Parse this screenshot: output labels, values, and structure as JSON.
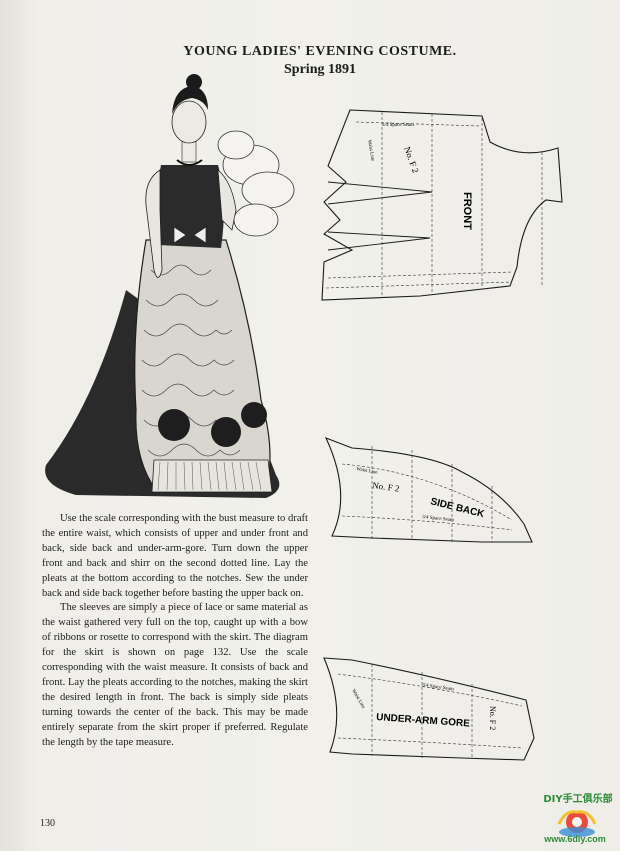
{
  "header": {
    "title": "YOUNG LADIES' EVENING COSTUME.",
    "subtitle": "Spring 1891"
  },
  "paragraphs": [
    "Use the scale corresponding with the bust measure to draft the entire waist, which consists of upper and under front and back, side back and under-arm-gore. Turn down the upper front and back and shirr on the second dotted line. Lay the pleats at the bottom according to the notches. Sew the under back and side back together before basting the upper back on.",
    "The sleeves are simply a piece of lace or same material as the waist gathered very full on the top, caught up with a bow of ribbons or rosette to correspond with the skirt. The diagram for the skirt is shown on page 132. Use the scale corresponding with the waist measure. It consists of back and front. Lay the pleats according to the notches, making the skirt the desired length in front. The back is simply side pleats turning towards the center of the back. This may be made entirely separate from the skirt proper if preferred. Regulate the length by the tape measure."
  ],
  "page_number": "130",
  "patterns": {
    "front": {
      "label": "FRONT",
      "number": "No. F 2",
      "waist_line": "Waist Line",
      "seam": "3/4 Space Seam"
    },
    "side_back": {
      "label": "SIDE BACK",
      "number": "No. F 2",
      "waist_line": "Waist Line",
      "seam": "3/4 Space Seam"
    },
    "under_arm": {
      "label": "UNDER-ARM GORE",
      "number": "No. F 2",
      "waist_line": "Waist Line",
      "seam": "3/4 Space Seam"
    }
  },
  "watermark": {
    "text_cn": "DIY手工俱乐部",
    "url": "www.6diy.com"
  },
  "colors": {
    "ink": "#1c1c1c",
    "paper": "#f0efea",
    "watermark_green": "#2f8a3a"
  }
}
